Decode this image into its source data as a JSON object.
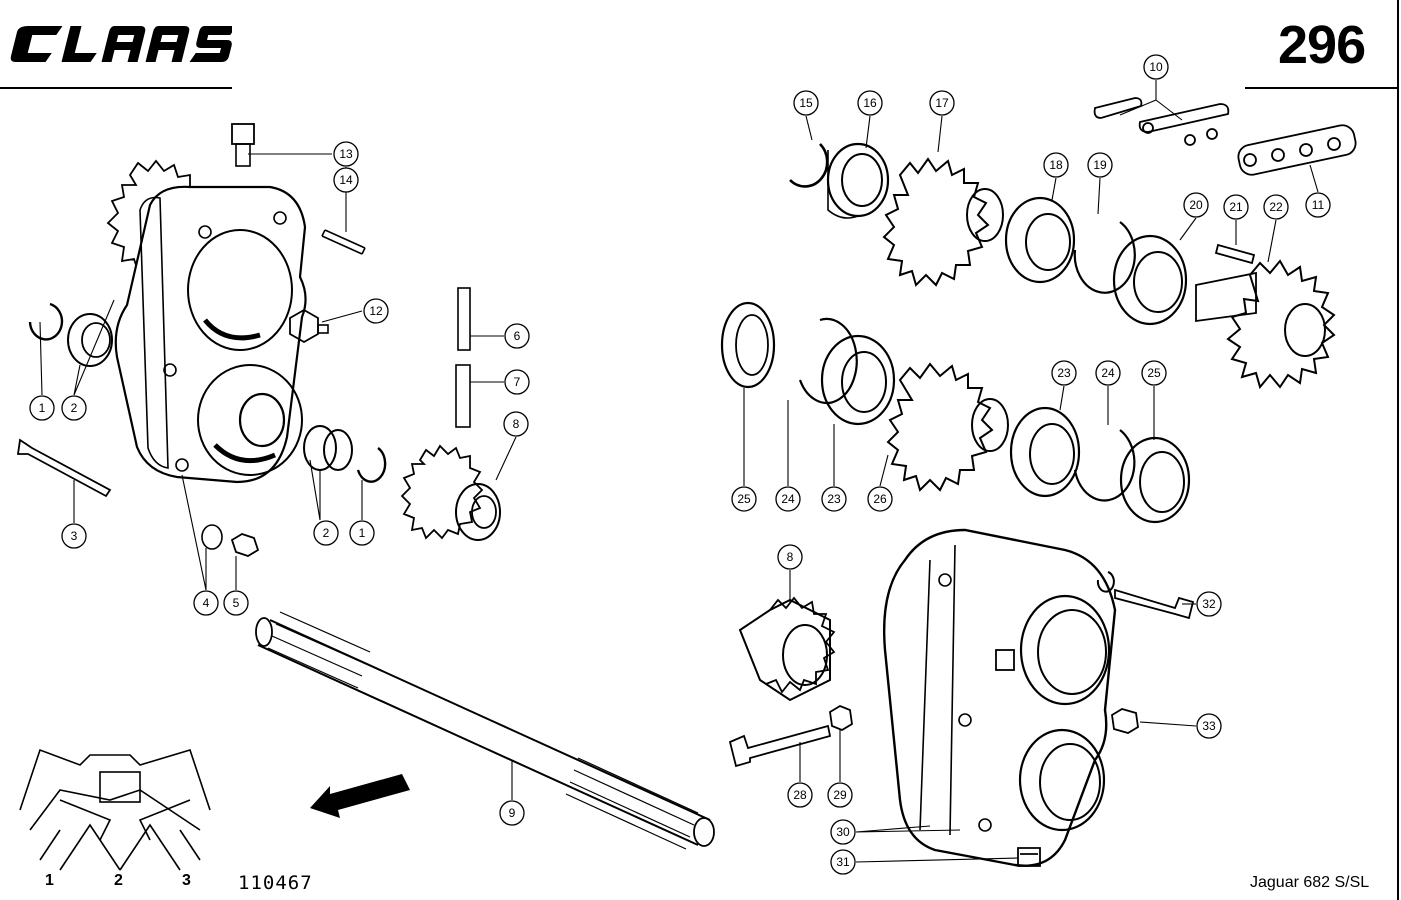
{
  "header": {
    "brand_logo_text": "CLAAS",
    "page_number": "296"
  },
  "footer": {
    "drawing_number": "110467",
    "model": "Jaguar 682 S/SL",
    "inset_indicators": [
      "1",
      "2",
      "3"
    ]
  },
  "callouts": [
    {
      "id": "c13",
      "label": "13"
    },
    {
      "id": "c14",
      "label": "14"
    },
    {
      "id": "c12",
      "label": "12"
    },
    {
      "id": "c6",
      "label": "6"
    },
    {
      "id": "c7",
      "label": "7"
    },
    {
      "id": "c8a",
      "label": "8"
    },
    {
      "id": "c1a",
      "label": "1"
    },
    {
      "id": "c2a",
      "label": "2"
    },
    {
      "id": "c3",
      "label": "3"
    },
    {
      "id": "c2b",
      "label": "2"
    },
    {
      "id": "c1b",
      "label": "1"
    },
    {
      "id": "c4",
      "label": "4"
    },
    {
      "id": "c5",
      "label": "5"
    },
    {
      "id": "c9",
      "label": "9"
    },
    {
      "id": "c15",
      "label": "15"
    },
    {
      "id": "c16",
      "label": "16"
    },
    {
      "id": "c17",
      "label": "17"
    },
    {
      "id": "c10",
      "label": "10"
    },
    {
      "id": "c18",
      "label": "18"
    },
    {
      "id": "c19",
      "label": "19"
    },
    {
      "id": "c20",
      "label": "20"
    },
    {
      "id": "c21",
      "label": "21"
    },
    {
      "id": "c22",
      "label": "22"
    },
    {
      "id": "c11",
      "label": "11"
    },
    {
      "id": "c25a",
      "label": "25"
    },
    {
      "id": "c24a",
      "label": "24"
    },
    {
      "id": "c23a",
      "label": "23"
    },
    {
      "id": "c26",
      "label": "26"
    },
    {
      "id": "c23b",
      "label": "23"
    },
    {
      "id": "c24b",
      "label": "24"
    },
    {
      "id": "c25b",
      "label": "25"
    },
    {
      "id": "c8b",
      "label": "8"
    },
    {
      "id": "c32",
      "label": "32"
    },
    {
      "id": "c33",
      "label": "33"
    },
    {
      "id": "c28",
      "label": "28"
    },
    {
      "id": "c29",
      "label": "29"
    },
    {
      "id": "c30",
      "label": "30"
    },
    {
      "id": "c31",
      "label": "31"
    }
  ]
}
